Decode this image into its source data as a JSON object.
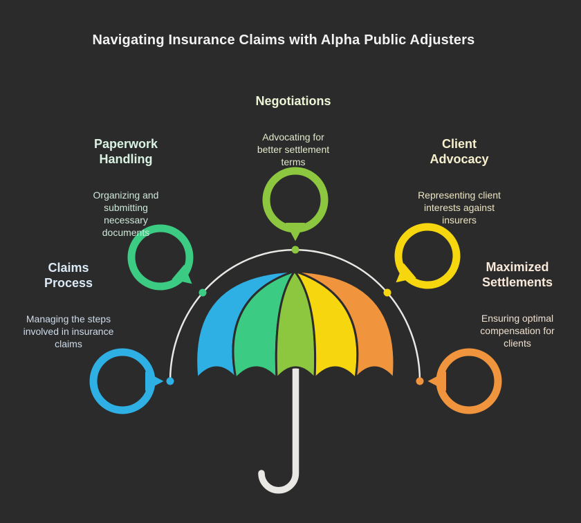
{
  "title": "Navigating Insurance Claims with Alpha Public Adjusters",
  "colors": {
    "background": "#2b2b2b",
    "title_text": "#f2f2f2",
    "arc_line": "#eae8e4",
    "umbrella_handle": "#eae8e4",
    "umbrella_outline": "#2b2b2b"
  },
  "center_graphic": {
    "icon": "umbrella-icon",
    "description_of_graphic": "rainbow umbrella under a semicircular connector arc"
  },
  "nodes": [
    {
      "id": "claims-process",
      "title": "Claims\nProcess",
      "description": "Managing the steps\ninvolved in insurance\nclaims",
      "color": "#2fb0e5",
      "title_color": "#dbe9f7",
      "description_color": "#cfdcec"
    },
    {
      "id": "paperwork-handling",
      "title": "Paperwork\nHandling",
      "description": "Organizing and\nsubmitting\nnecessary\ndocuments",
      "color": "#3bcb82",
      "title_color": "#d9f2e3",
      "description_color": "#cde8d9"
    },
    {
      "id": "negotiations",
      "title": "Negotiations",
      "description": "Advocating for\nbetter settlement\nterms",
      "color": "#8dc63f",
      "title_color": "#edf5d7",
      "description_color": "#e0e9cb"
    },
    {
      "id": "client-advocacy",
      "title": "Client\nAdvocacy",
      "description": "Representing client\ninterests against\ninsurers",
      "color": "#f6d70f",
      "title_color": "#f7f1cd",
      "description_color": "#ece5c2"
    },
    {
      "id": "maximized-settlements",
      "title": "Maximized\nSettlements",
      "description": "Ensuring optimal\ncompensation for\nclients",
      "color": "#f0953d",
      "title_color": "#f9e9da",
      "description_color": "#efe0d0"
    }
  ]
}
